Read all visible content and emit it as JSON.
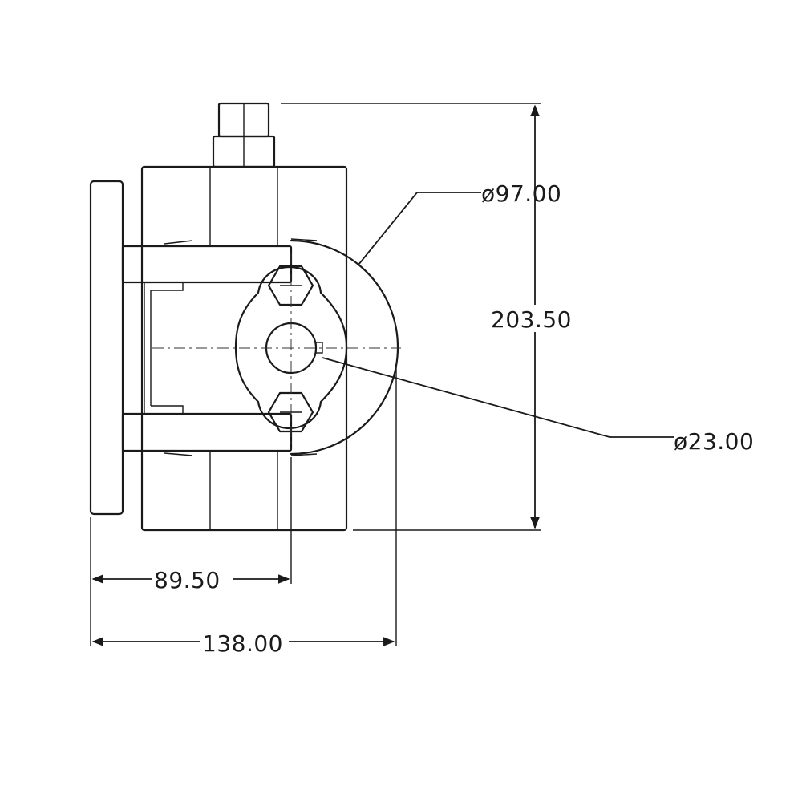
{
  "dimensions": {
    "outer_diameter": "ø97.00",
    "overall_height": "203.50",
    "shaft_diameter": "ø23.00",
    "axis_offset": "89.50",
    "overall_width": "138.00"
  }
}
